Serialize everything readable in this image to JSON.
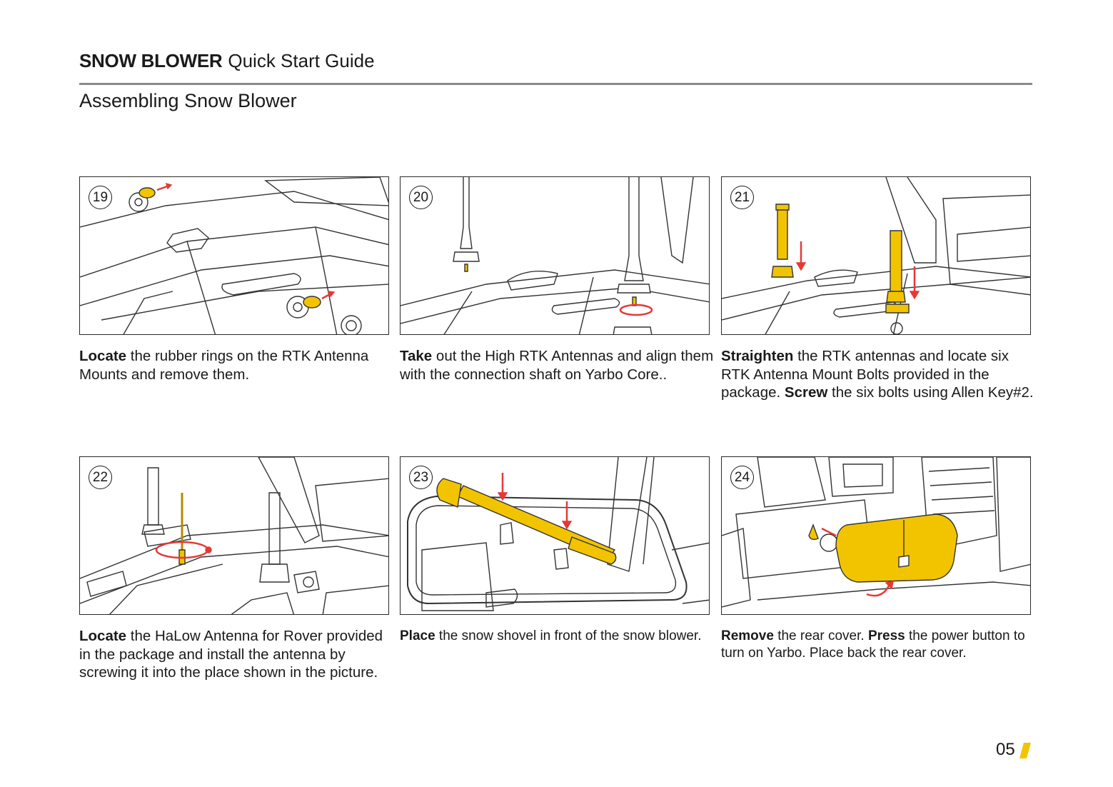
{
  "header": {
    "brand": "SNOW BLOWER",
    "subtitle": "Quick Start Guide"
  },
  "section_title": "Assembling Snow Blower",
  "steps": [
    {
      "number": "19",
      "bold1": "Locate",
      "text1": " the rubber rings on the RTK Antenna Mounts and remove them.",
      "bold2": "",
      "text2": ""
    },
    {
      "number": "20",
      "bold1": "Take",
      "text1": " out the High RTK Antennas and align them with the connection shaft on Yarbo Core..",
      "bold2": "",
      "text2": ""
    },
    {
      "number": "21",
      "bold1": "Straighten",
      "text1": " the RTK antennas and locate six RTK Antenna Mount Bolts provided in the package. ",
      "bold2": "Screw",
      "text2": " the six bolts using Allen Key#2."
    },
    {
      "number": "22",
      "bold1": "Locate",
      "text1": " the HaLow Antenna for Rover provided in the package and install the antenna by screwing it into the place shown in the picture.",
      "bold2": "",
      "text2": ""
    },
    {
      "number": "23",
      "bold1": "Place",
      "text1": " the snow shovel in front of the snow blower.",
      "bold2": "",
      "text2": ""
    },
    {
      "number": "24",
      "bold1": "Remove",
      "text1": " the rear cover. ",
      "bold2": "Press",
      "text2": " the power button to turn on Yarbo. Place back the rear cover."
    }
  ],
  "page_number": "05",
  "colors": {
    "accent_yellow": "#f2c400",
    "arrow_red": "#e53935",
    "rule_gray": "#8a8a8a"
  }
}
